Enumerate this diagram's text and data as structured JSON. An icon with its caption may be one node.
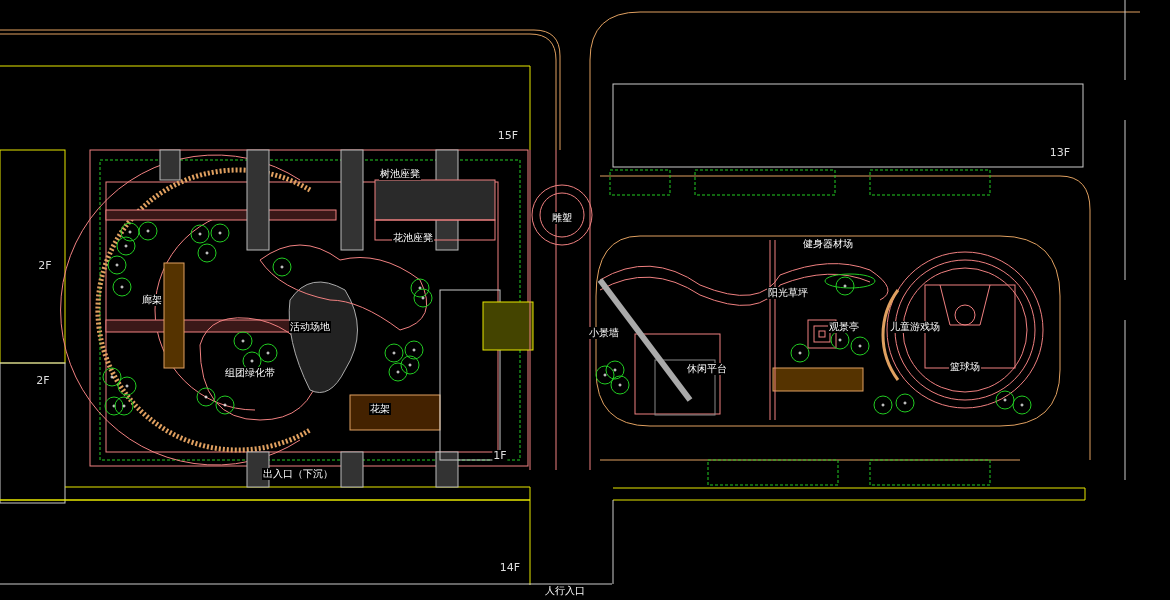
{
  "diagram": {
    "labels": [
      "15F",
      "13F",
      "树池座凳",
      "雕塑",
      "花池座凳",
      "健身器材场",
      "2F",
      "廊架",
      "阳光草坪",
      "活动场地",
      "小景墙",
      "观景亭",
      "儿童游戏场",
      "篮球场",
      "2F",
      "休闲平台",
      "组团绿化带",
      "花架",
      "1F",
      "出入口（下沉）",
      "14F",
      "人行入口"
    ]
  }
}
